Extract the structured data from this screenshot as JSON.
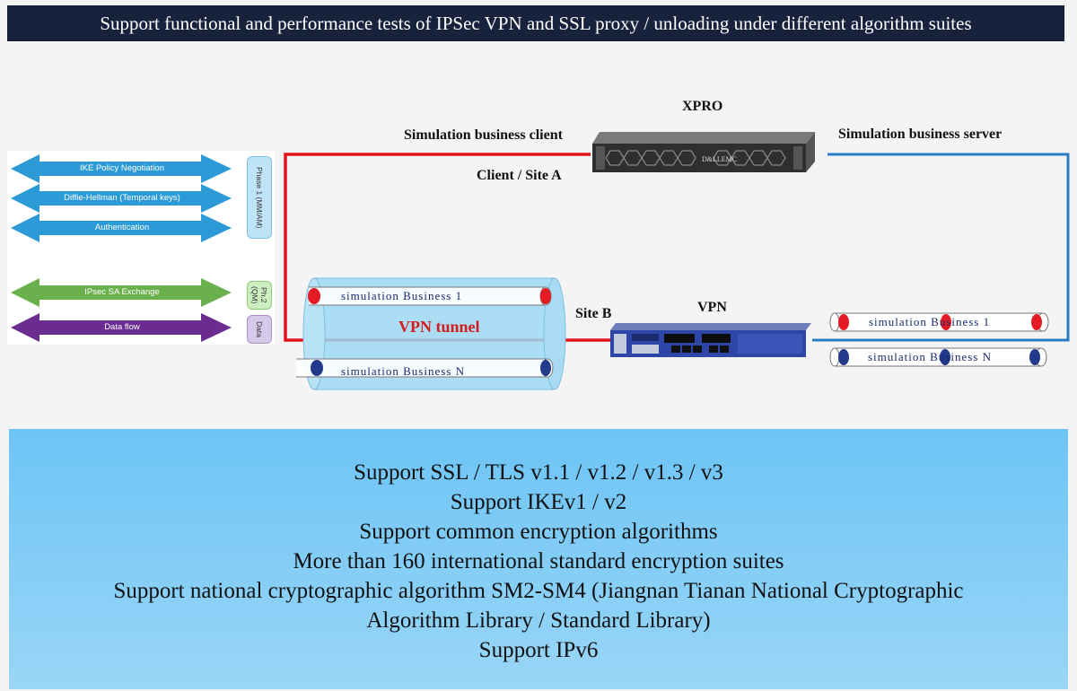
{
  "header": {
    "title": "Support functional and performance tests of IPSec VPN and SSL proxy / unloading under different algorithm suites"
  },
  "labels": {
    "xpro": "XPRO",
    "sim_client": "Simulation business client",
    "sim_server": "Simulation business server",
    "client_site": "Client / Site A",
    "site_b": "Site B",
    "vpn": "VPN",
    "vpn_tunnel": "VPN tunnel",
    "server_logo": "D&LLEMC"
  },
  "ike": {
    "rows": [
      {
        "label": "IKE Policy Negotiation",
        "color": "#2c9ad6"
      },
      {
        "label": "Diffie-Hellman (Temporal keys)",
        "color": "#2c9ad6"
      },
      {
        "label": "Authentication",
        "color": "#2c9ad6"
      },
      {
        "label": "IPsec SA Exchange",
        "color": "#6ab04c"
      },
      {
        "label": "Data flow",
        "color": "#6a2d8f"
      }
    ],
    "phase1": "Phase 1 (MM/AM)",
    "phase2": "Ph.2 (QM)",
    "data": "Data"
  },
  "pipes": {
    "left_top": "simulation Business 1",
    "left_bottom": "simulation Business N",
    "right_top": "simulation Business 1",
    "right_bottom": "simulation Business N"
  },
  "features": [
    "Support SSL / TLS v1.1 / v1.2 / v1.3 / v3",
    "Support IKEv1 / v2",
    "Support common encryption algorithms",
    "More than 160 international standard encryption suites",
    "Support national cryptographic algorithm SM2-SM4 (Jiangnan Tianan National Cryptographic",
    "Algorithm Library / Standard Library)",
    "Support IPv6"
  ],
  "colors": {
    "client_line": "#e5141b",
    "server_line": "#2a7cc7",
    "tunnel_text": "#d41c1c"
  }
}
